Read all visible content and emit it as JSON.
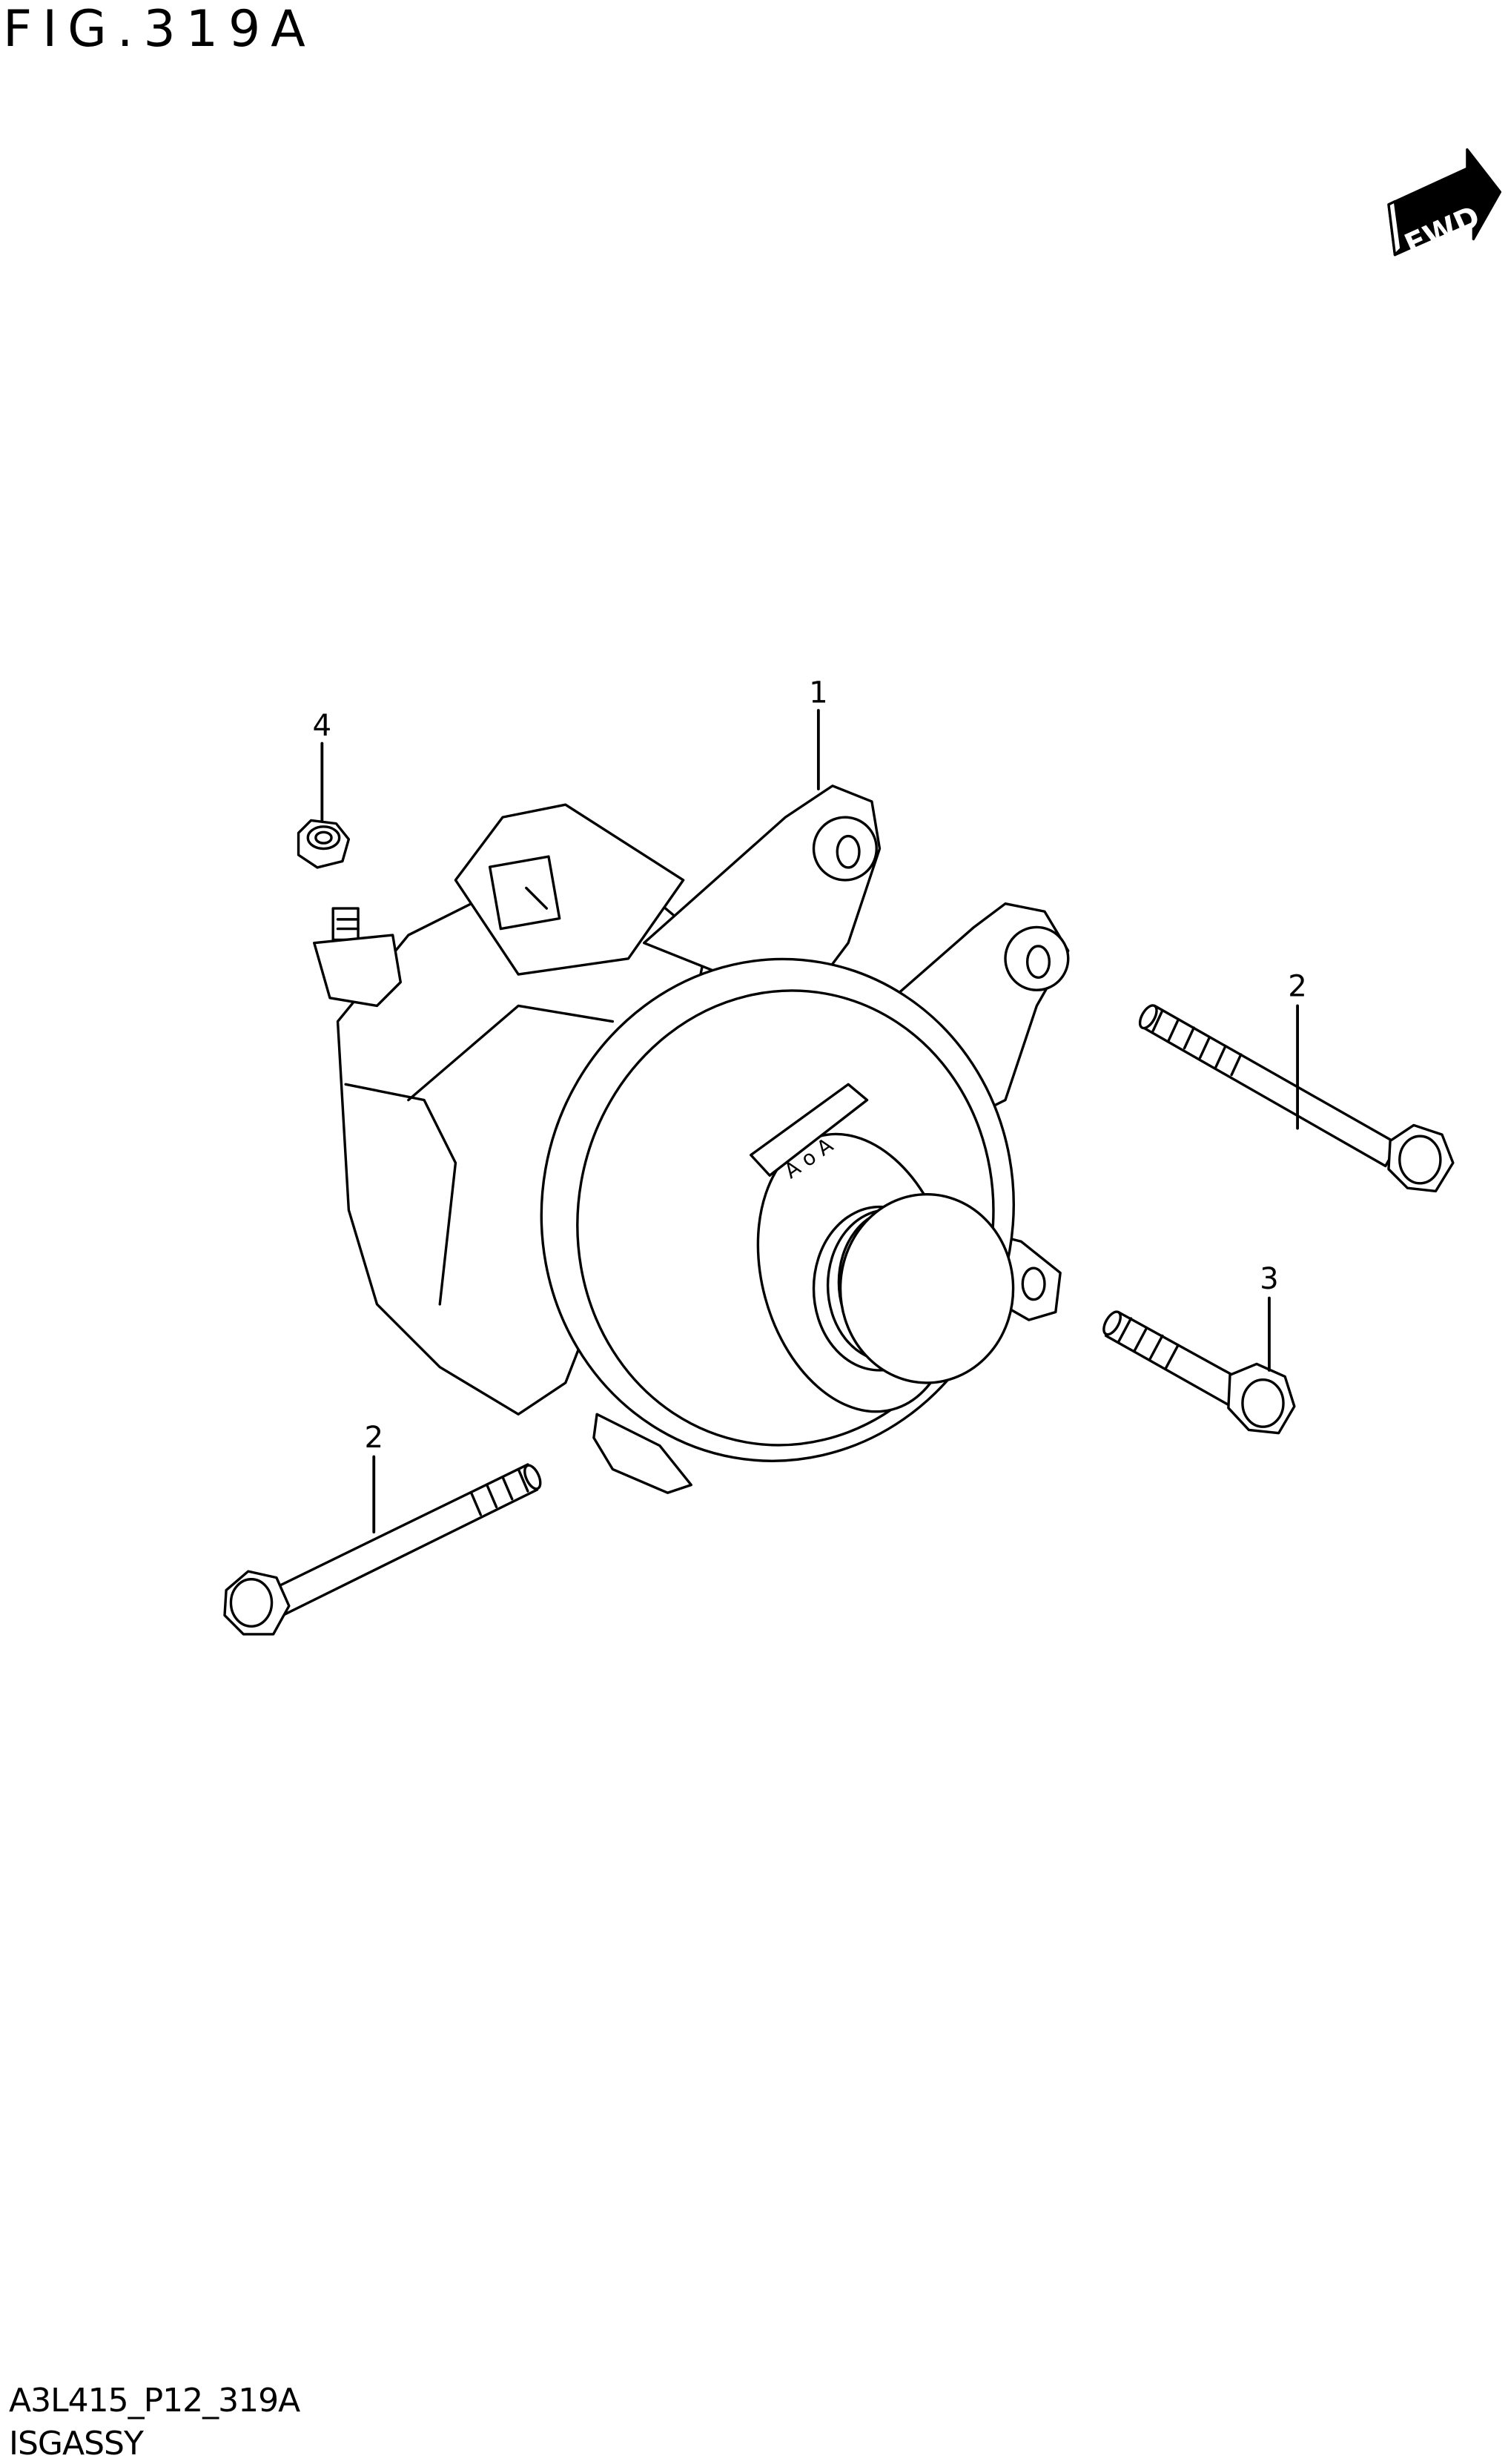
{
  "figure": {
    "title": "FIG.319A",
    "direction_indicator": "FWD",
    "drawing_code": "A3L415_P12_319A",
    "assembly_name": "ISGASSY"
  },
  "callouts": [
    {
      "number": "1",
      "part": "isg-alternator"
    },
    {
      "number": "2",
      "part": "bolt-long-right"
    },
    {
      "number": "3",
      "part": "bolt-short"
    },
    {
      "number": "4",
      "part": "nut"
    },
    {
      "number": "2",
      "part": "bolt-long-left"
    }
  ],
  "colors": {
    "line": "#000000",
    "background": "#ffffff"
  }
}
